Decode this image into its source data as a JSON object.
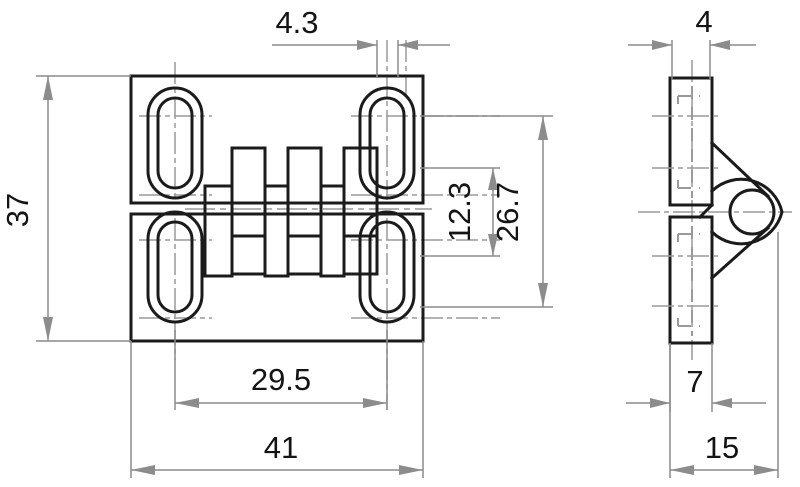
{
  "drawing": {
    "type": "engineering-drawing",
    "subject": "hinge",
    "units": "mm",
    "views": [
      {
        "name": "front-view",
        "label": "front"
      },
      {
        "name": "side-view",
        "label": "side"
      }
    ],
    "colors": {
      "outline": "#1b1b1b",
      "dimension": "#8c8c8c",
      "centerline": "#9a9a9a",
      "hidden": "#9a9a9a",
      "text": "#141414",
      "background": "#ffffff"
    }
  },
  "dimensions": {
    "slot_spacing_top": "4.3",
    "side_plate_thickness": "4",
    "overall_height": "37",
    "slot_center_height": "12.3",
    "hole_center_span": "26.7",
    "hole_center_width": "29.5",
    "overall_width": "41",
    "pin_offset": "7",
    "overall_depth": "15"
  },
  "chart_data": {
    "type": "table",
    "title": "Hinge dimensions",
    "categories": [
      "4.3",
      "4",
      "37",
      "12.3",
      "26.7",
      "29.5",
      "41",
      "7",
      "15"
    ],
    "values": [
      4.3,
      4,
      37,
      12.3,
      26.7,
      29.5,
      41,
      7,
      15
    ]
  }
}
